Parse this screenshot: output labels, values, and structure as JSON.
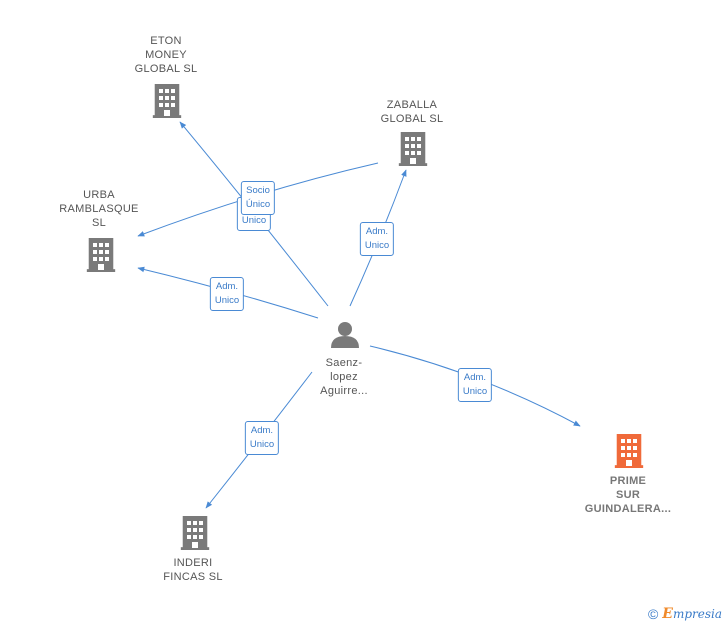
{
  "colors": {
    "edge": "#4a8ad4",
    "company": "#7a7a7a",
    "highlight": "#f06a3a",
    "person": "#7a7a7a"
  },
  "nodes": {
    "eton": {
      "label": "ETON\nMONEY\nGLOBAL  SL",
      "icon": "building-icon"
    },
    "zaballa": {
      "label": "ZABALLA\nGLOBAL  SL",
      "icon": "building-icon"
    },
    "urba": {
      "label": "URBA\nRAMBLASQUE\nSL",
      "icon": "building-icon"
    },
    "person": {
      "label": "Saenz-\nlopez\nAguirre...",
      "icon": "person-icon"
    },
    "prime": {
      "label": "PRIME\nSUR\nGUINDALERA...",
      "icon": "building-icon"
    },
    "inderi": {
      "label": "INDERI\nFINCAS SL",
      "icon": "building-icon"
    }
  },
  "edges": {
    "eton": "Adm.\nUnico",
    "socio": "Socio\nÚnico",
    "zaballa": "Adm.\nUnico",
    "urba": "Adm.\nUnico",
    "prime": "Adm.\nUnico",
    "inderi": "Adm.\nUnico"
  },
  "brand": {
    "copyright": "©",
    "initial": "E",
    "name": "mpresia"
  }
}
